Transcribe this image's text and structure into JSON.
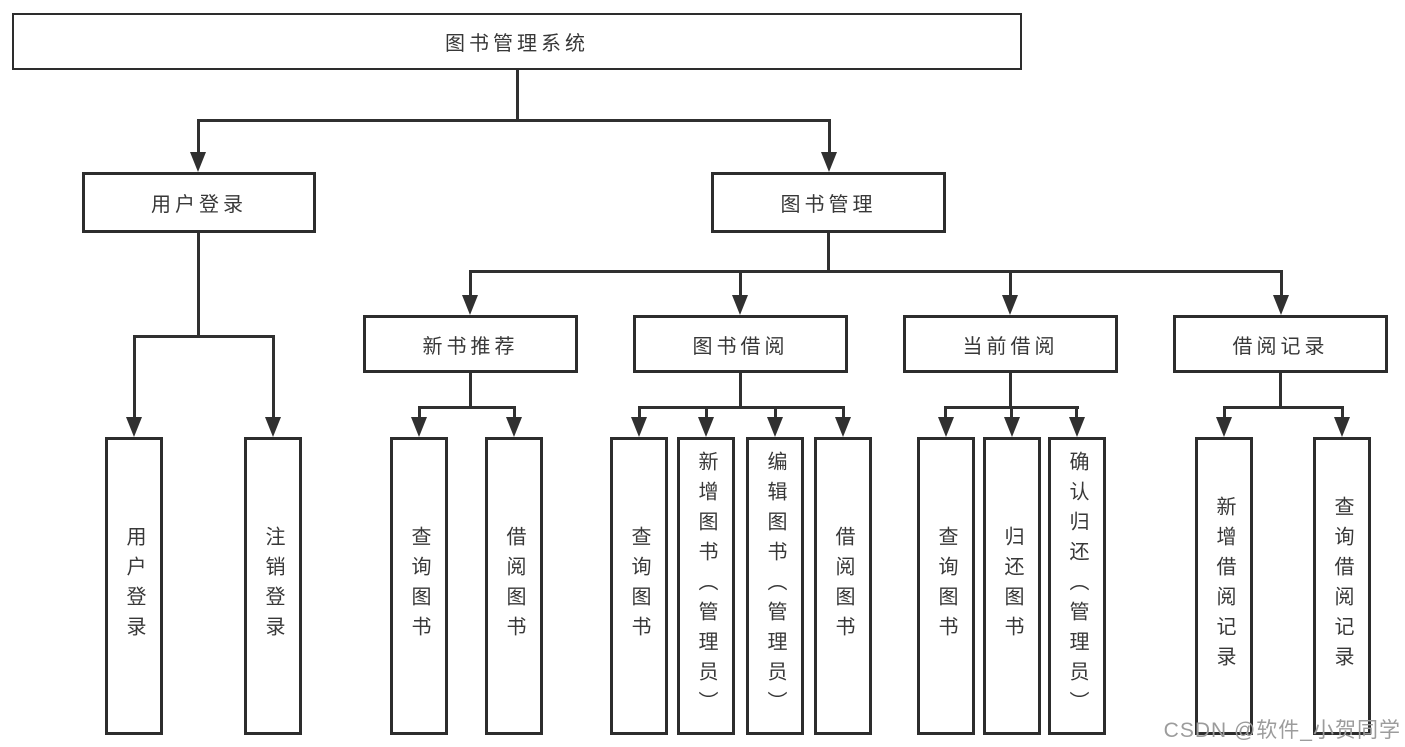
{
  "diagram_title": "图书管理系统",
  "colors": {
    "background": "#ffffff",
    "line": "#303030",
    "box_border": "#2d2d2d",
    "text": "#383838",
    "watermark": "#9c9c9c"
  },
  "tree": {
    "label": "图书管理系统",
    "children": [
      {
        "label": "用户登录",
        "children": [
          {
            "label": "用户登录"
          },
          {
            "label": "注销登录"
          }
        ]
      },
      {
        "label": "图书管理",
        "children": [
          {
            "label": "新书推荐",
            "children": [
              {
                "label": "查询图书"
              },
              {
                "label": "借阅图书"
              }
            ]
          },
          {
            "label": "图书借阅",
            "children": [
              {
                "label": "查询图书"
              },
              {
                "label": "新增图书（管理员）"
              },
              {
                "label": "编辑图书（管理员）"
              },
              {
                "label": "借阅图书"
              }
            ]
          },
          {
            "label": "当前借阅",
            "children": [
              {
                "label": "查询图书"
              },
              {
                "label": "归还图书"
              },
              {
                "label": "确认归还（管理员）"
              }
            ]
          },
          {
            "label": "借阅记录",
            "children": [
              {
                "label": "新增借阅记录"
              },
              {
                "label": "查询借阅记录"
              }
            ]
          }
        ]
      }
    ]
  },
  "watermark": "CSDN @软件_小贺同学"
}
